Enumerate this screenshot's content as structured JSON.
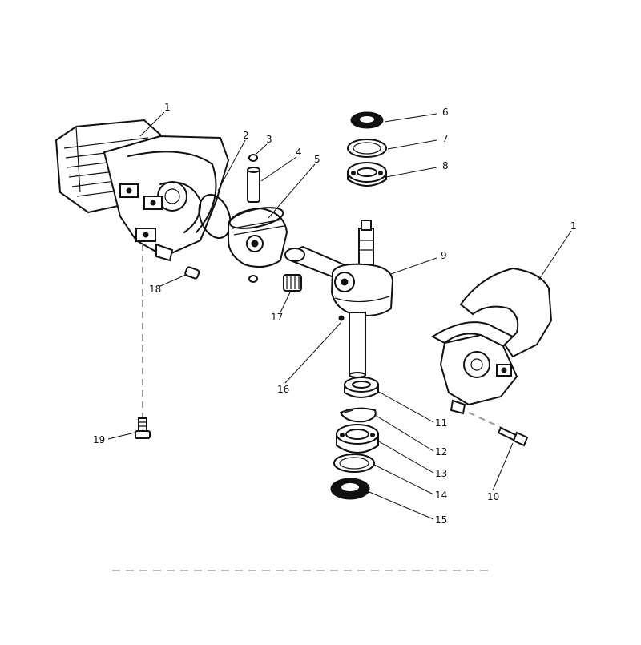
{
  "callouts": [
    {
      "id": "c1a",
      "label": "1"
    },
    {
      "id": "c2",
      "label": "2"
    },
    {
      "id": "c3",
      "label": "3"
    },
    {
      "id": "c4",
      "label": "4"
    },
    {
      "id": "c5",
      "label": "5"
    },
    {
      "id": "c6",
      "label": "6"
    },
    {
      "id": "c7",
      "label": "7"
    },
    {
      "id": "c8",
      "label": "8"
    },
    {
      "id": "c9",
      "label": "9"
    },
    {
      "id": "c1b",
      "label": "1"
    },
    {
      "id": "c10",
      "label": "10"
    },
    {
      "id": "c11",
      "label": "11"
    },
    {
      "id": "c12",
      "label": "12"
    },
    {
      "id": "c13",
      "label": "13"
    },
    {
      "id": "c14",
      "label": "14"
    },
    {
      "id": "c15",
      "label": "15"
    },
    {
      "id": "c16",
      "label": "16"
    },
    {
      "id": "c17",
      "label": "17"
    },
    {
      "id": "c18",
      "label": "18"
    },
    {
      "id": "c19",
      "label": "19"
    }
  ]
}
